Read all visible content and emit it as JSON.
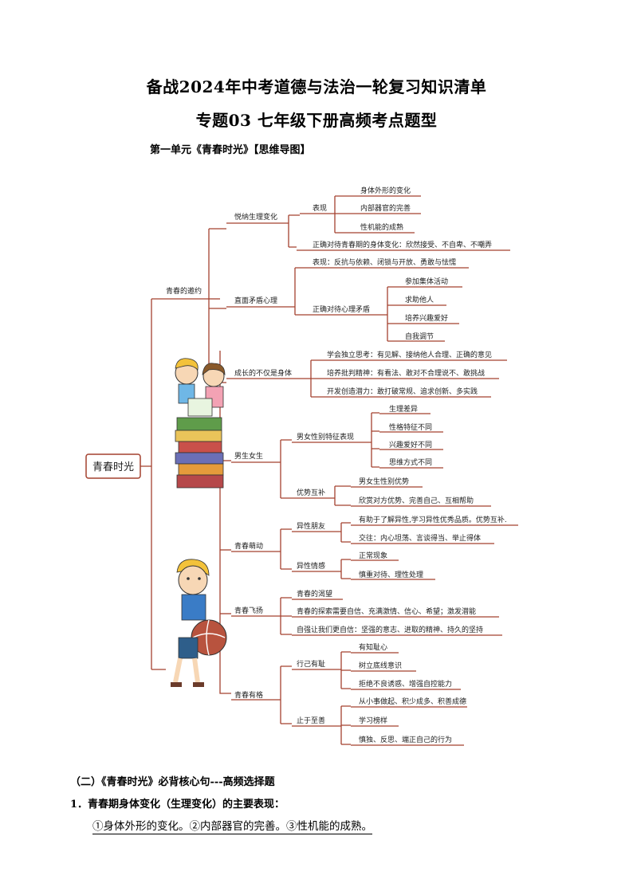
{
  "doc": {
    "title1": "备战2024年中考道德与法治一轮复习知识清单",
    "title2": "专题03 七年级下册高频考点题型",
    "unit_heading": "第一单元《青春时光》【思维导图】",
    "section2_heading": "（二）《青春时光》必背核心句---高频选择题",
    "q1_title": "1．青春期身体变化（生理变化）的主要表现：",
    "q1_answer": "①身体外形的变化。②内部器官的完善。③性机能的成熟。"
  },
  "mindmap": {
    "root": "青春时光",
    "g1": {
      "label": "青春的邀约",
      "b1": {
        "label": "悦纳生理变化",
        "s1": {
          "label": "表现",
          "items": [
            "身体外形的变化",
            "内部器官的完善",
            "性机能的成熟"
          ]
        },
        "s2": "正确对待青春期的身体变化：欣然接受、不自卑、不嘲弄"
      },
      "b2": {
        "label": "直面矛盾心理",
        "s1": "表现：反抗与依赖、闭锁与开放、勇敢与怯懦",
        "s2": {
          "label": "正确对待心理矛盾",
          "items": [
            "参加集体活动",
            "求助他人",
            "培养兴趣爱好",
            "自我调节"
          ]
        }
      },
      "b3": {
        "label": "成长的不仅是身体",
        "items": [
          "学会独立思考：有见解、接纳他人合理、正确的意见",
          "培养批判精神：有看法、敢对不合理说不、敢挑战",
          "开发创造潜力：敢打破常规、追求创新、多实践"
        ]
      }
    },
    "g2": {
      "label": "男生女生",
      "s1": {
        "label": "男女性别特征表现",
        "items": [
          "生理差异",
          "性格特征不同",
          "兴趣爱好不同",
          "思维方式不同"
        ]
      },
      "s2": {
        "label": "优势互补",
        "items": [
          "男女生性别优势",
          "欣赏对方优势、完善自己、互相帮助"
        ]
      }
    },
    "g3": {
      "label": "青春萌动",
      "s1": {
        "label": "异性朋友",
        "items": [
          "有助于了解异性,学习异性优秀品质。优势互补.",
          "交往：内心坦荡、言谈得当、举止得体"
        ]
      },
      "s2": {
        "label": "异性情感",
        "items": [
          "正常现象",
          "慎重对待、理性处理"
        ]
      }
    },
    "g4": {
      "label": "青春飞扬",
      "items": [
        "青春的渴望",
        "青春的探索需要自信、充满激情、信心、希望；激发潜能",
        "自强让我们更自信：坚强的意志、进取的精神、持久的坚持"
      ]
    },
    "g5": {
      "label": "青春有格",
      "s1": {
        "label": "行己有耻",
        "items": [
          "有知耻心",
          "树立底线意识",
          "拒绝不良诱惑、增强自控能力"
        ]
      },
      "s2": {
        "label": "止于至善",
        "items": [
          "从小事做起、积少成多、积善成德",
          "学习榜样",
          "慎独、反思、端正自己的行为"
        ]
      }
    },
    "colors": {
      "branch": "#a4412f",
      "text": "#222222"
    },
    "illustrations": [
      "children-with-books-illustration",
      "boy-with-ball-illustration"
    ]
  }
}
